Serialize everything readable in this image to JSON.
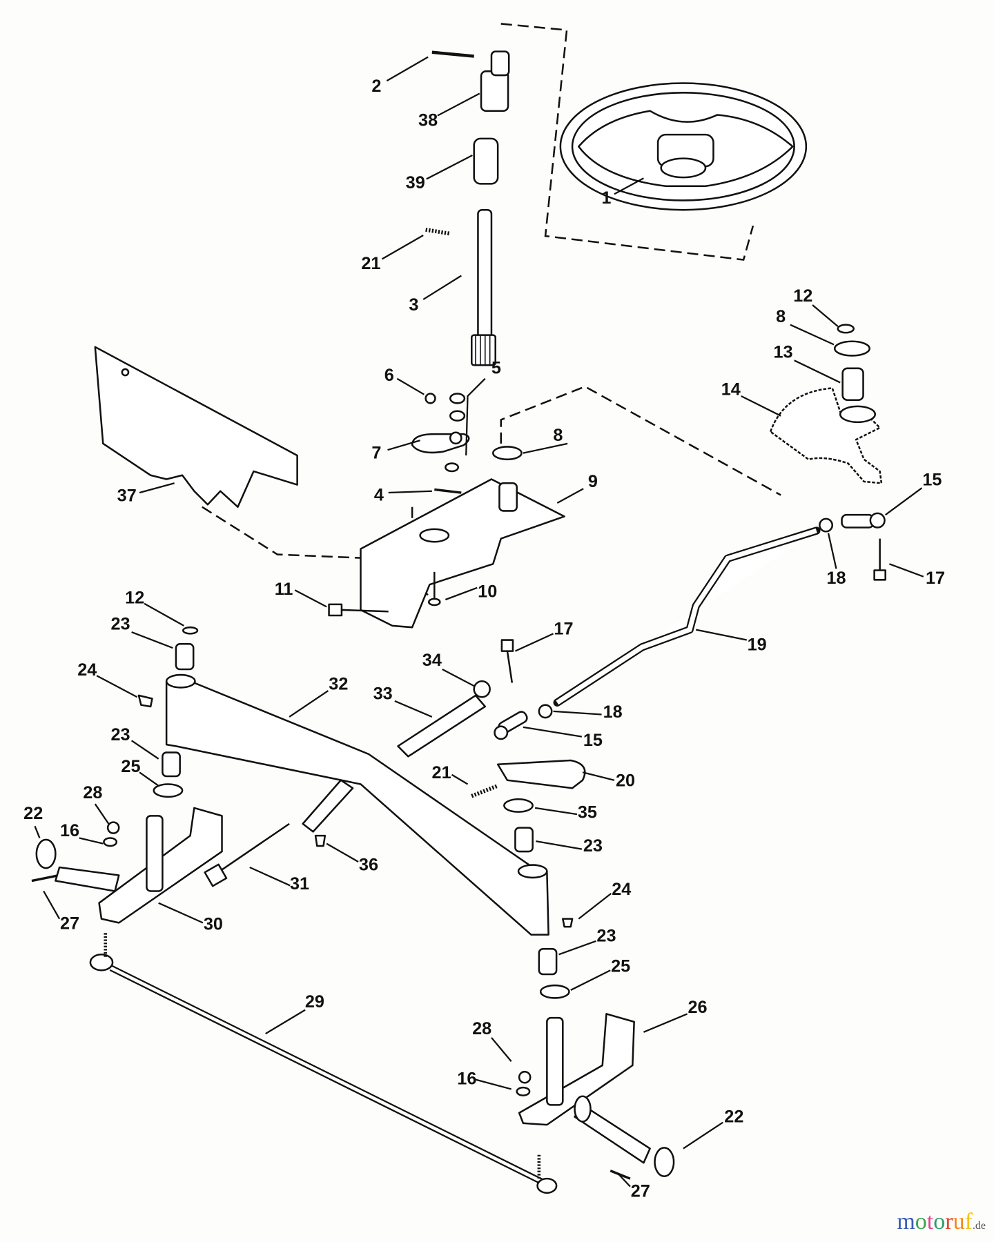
{
  "callouts": {
    "c1": "1",
    "c2": "2",
    "c3": "3",
    "c4": "4",
    "c5": "5",
    "c6": "6",
    "c7": "7",
    "c8a": "8",
    "c8b": "8",
    "c9": "9",
    "c10": "10",
    "c11": "11",
    "c12a": "12",
    "c12b": "12",
    "c13": "13",
    "c14": "14",
    "c15a": "15",
    "c15b": "15",
    "c16a": "16",
    "c16b": "16",
    "c17a": "17",
    "c17b": "17",
    "c18a": "18",
    "c18b": "18",
    "c19": "19",
    "c20": "20",
    "c21a": "21",
    "c21b": "21",
    "c22a": "22",
    "c22b": "22",
    "c23a": "23",
    "c23b": "23",
    "c23c": "23",
    "c23d": "23",
    "c24a": "24",
    "c24b": "24",
    "c25a": "25",
    "c25b": "25",
    "c26": "26",
    "c27a": "27",
    "c27b": "27",
    "c28a": "28",
    "c28b": "28",
    "c29": "29",
    "c30": "30",
    "c31": "31",
    "c32": "32",
    "c33": "33",
    "c34": "34",
    "c35": "35",
    "c36": "36",
    "c37": "37",
    "c38": "38",
    "c39": "39"
  },
  "watermark": {
    "brand": "motoruf",
    "suffix": ".de",
    "colors": [
      "#3b5bb5",
      "#3aa34a",
      "#e0458f",
      "#2f9e6a",
      "#e2462e",
      "#f08a1c",
      "#f2c21a"
    ]
  }
}
